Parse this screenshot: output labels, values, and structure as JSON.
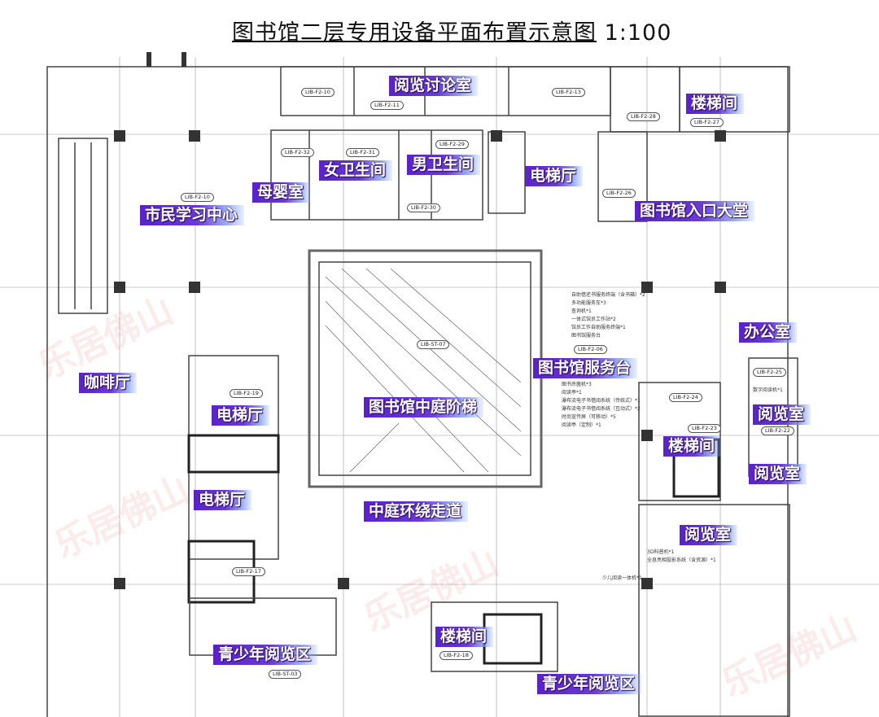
{
  "title": "图书馆二层专用设备平面布置示意图",
  "scale": "1:100",
  "watermark": "乐居佛山",
  "labels": {
    "reading_discussion": "阅览讨论室",
    "stair_top": "楼梯间",
    "female_wc": "女卫生间",
    "male_wc": "男卫生间",
    "mother_baby": "母婴室",
    "elevator_hall_top": "电梯厅",
    "citizen_learning": "市民学习中心",
    "entrance_lobby": "图书馆入口大堂",
    "office": "办公室",
    "service_desk": "图书馆服务台",
    "cafe": "咖啡厅",
    "elevator_hall_left1": "电梯厅",
    "reading_room_1": "阅览室",
    "atrium_stairs": "图书馆中庭阶梯",
    "stair_mid": "楼梯间",
    "reading_room_2": "阅览室",
    "elevator_hall_left2": "电梯厅",
    "atrium_corridor": "中庭环绕走道",
    "reading_room_3": "阅览室",
    "stair_bottom": "楼梯间",
    "youth_reading_left": "青少年阅览区",
    "youth_reading_bottom": "青少年阅览区"
  },
  "room_codes": [
    "LIB-F2-10",
    "LIB-F2-11",
    "LIB-F2-13",
    "LIB-F2-28",
    "LIB-F2-27",
    "LIB-F2-32",
    "LIB-F2-31",
    "LIB-F2-29",
    "LIB-F2-30",
    "LIB-F2-26",
    "LIB-F2-10",
    "LIB-ST-07",
    "LIB-F2-06",
    "LIB-F2-24",
    "LIB-F2-23",
    "LIB-F2-25",
    "LIB-F2-22",
    "LIB-F2-19",
    "LIB-F2-17",
    "LIB-ST-03",
    "LIB-F2-18"
  ],
  "service_desk_notes": "自助借还书服务终端（含书箱）*2\n多功能服务车*3\n查询机*1\n一体式馆员工作站*2\n馆员工作自助服务终端*1\n图书馆服务台",
  "service_desk_notes2": "图书杀菌机*3\n阅读亭*1\n瀑布流电子书借阅系统（传统式）*1\n瀑布流电子书借阅系统（互动式）*2\n时尚宣传屏（可移动）*5\n阅读亭（定制）*1",
  "reading_notes": "3D科普机*1\n全息亮相投影系统（含资源）*1",
  "kids_note": "少儿阅读一体机*1",
  "reading_note2": "数字阅读机*1"
}
